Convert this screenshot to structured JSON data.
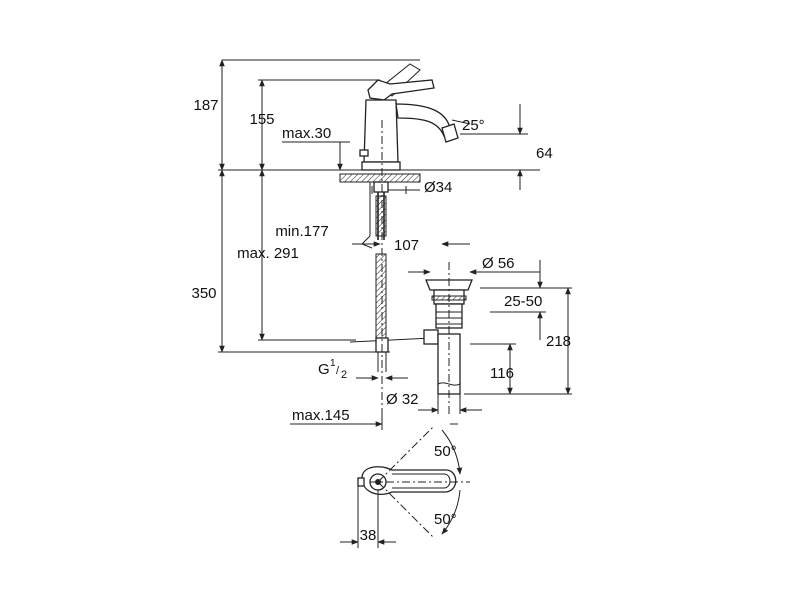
{
  "dimensions": {
    "h187": "187",
    "h155": "155",
    "max30": "max.30",
    "angle25": "25°",
    "h64": "64",
    "d34": "Ø34",
    "min177": "min.177",
    "max291": "max. 291",
    "h107": "107",
    "d56": "Ø 56",
    "h350": "350",
    "r2550": "25-50",
    "h218": "218",
    "g12_main": "G",
    "g12_num": "1",
    "g12_den": "2",
    "h116": "116",
    "d32": "Ø 32",
    "max145": "max.145",
    "angle50_top": "50°",
    "angle50_bottom": "50°",
    "w38": "38"
  }
}
